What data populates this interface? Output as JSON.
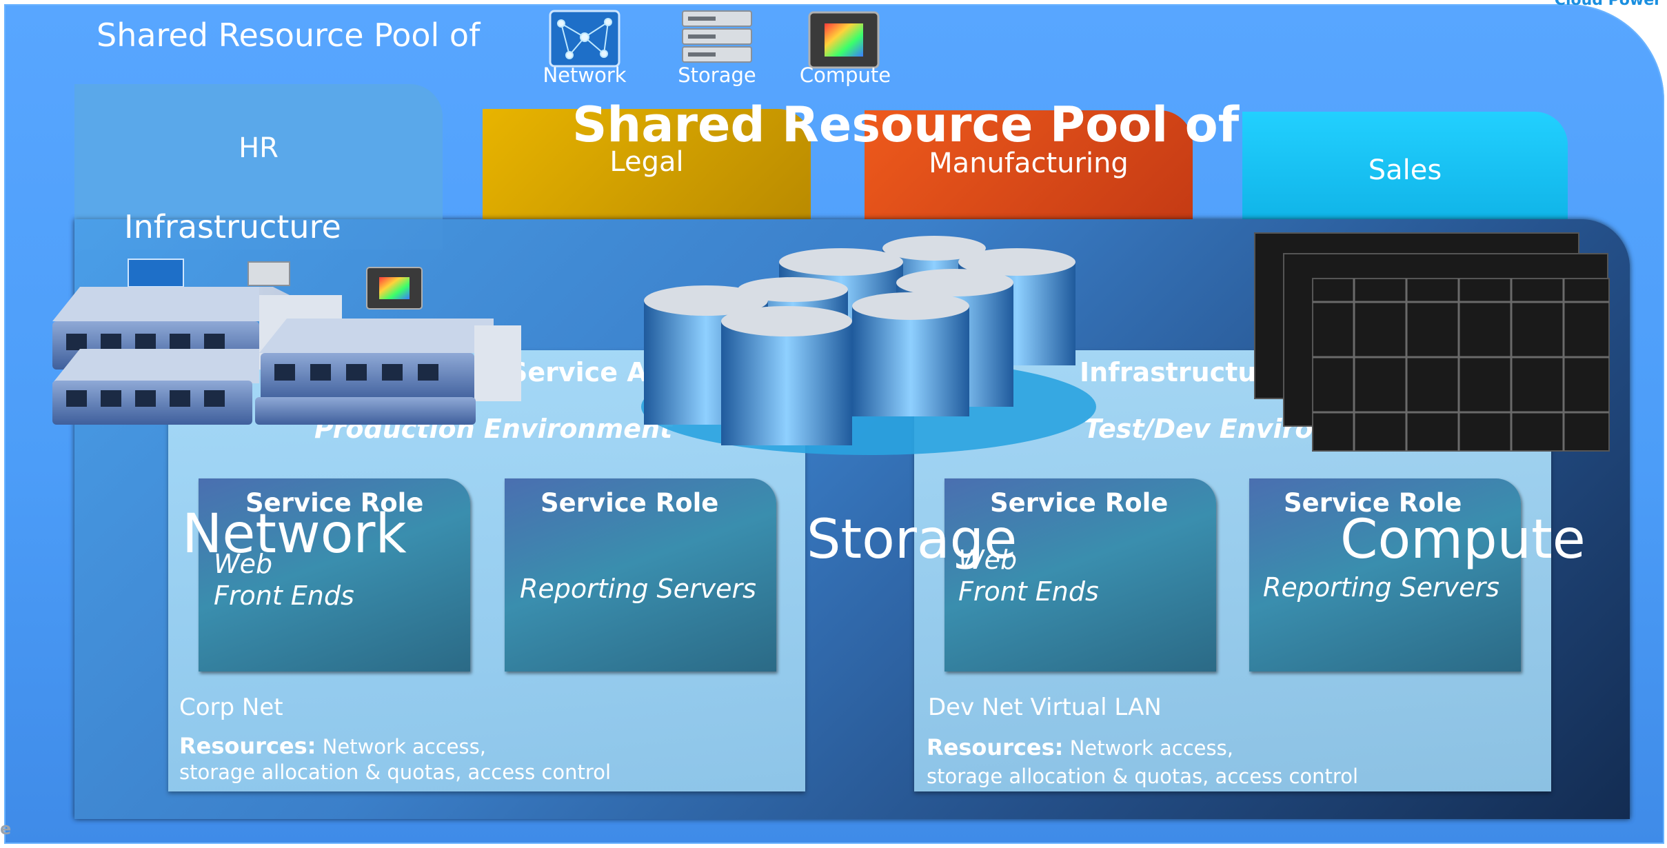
{
  "header": {
    "title": "Shared Resource Pool of",
    "icons": [
      {
        "label": "Network",
        "icon": "network-icon"
      },
      {
        "label": "Storage",
        "icon": "storage-icon"
      },
      {
        "label": "Compute",
        "icon": "compute-icon"
      }
    ],
    "corner_text": "Cloud Power",
    "cut_text": "e"
  },
  "center_title": "Shared Resource Pool of",
  "tabs": [
    {
      "label": "HR",
      "color": "#5aa8ea"
    },
    {
      "label": "Legal",
      "color": "#d9a500"
    },
    {
      "label": "Manufacturing",
      "color": "#dd4a1a"
    },
    {
      "label": "Sales",
      "color": "#19c3f0"
    }
  ],
  "infrastructure_label": "Infrastructure",
  "environments": [
    {
      "title": "Service A",
      "subtitle": "Production Environment",
      "roles": [
        {
          "title": "Service Role",
          "text_1": "Web",
          "text_2": "Front Ends"
        },
        {
          "title": "Service Role",
          "text_1": "Reporting Servers",
          "text_2": ""
        }
      ],
      "network_name": "Corp Net",
      "resources_label": "Resources:",
      "resources_1": "Network access,",
      "resources_2": "storage allocation & quotas, access control"
    },
    {
      "title": "Infrastructure",
      "subtitle": "Test/Dev Environment",
      "roles": [
        {
          "title": "Service Role",
          "text_1": "Web",
          "text_2": "Front Ends"
        },
        {
          "title": "Service Role",
          "text_1": "Reporting Servers",
          "text_2": ""
        }
      ],
      "network_name": "Dev Net Virtual LAN",
      "resources_label": "Resources:",
      "resources_1": "Network access,",
      "resources_2": "storage allocation & quotas, access control"
    }
  ],
  "overlays": {
    "network": "Network",
    "storage": "Storage",
    "compute": "Compute"
  },
  "colors": {
    "outer": "#4c9df8",
    "inner_dark": "#132c52",
    "env_panel": "#aadcf8",
    "role_box": "#3a8eae"
  }
}
